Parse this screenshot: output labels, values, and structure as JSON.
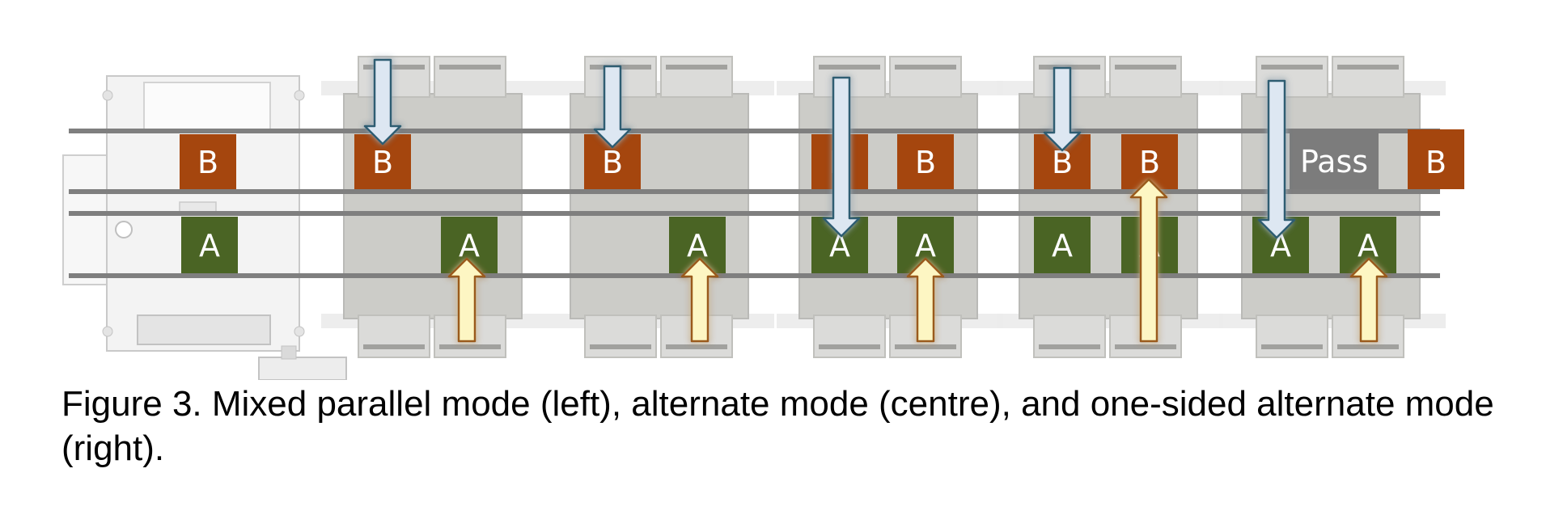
{
  "caption": "Figure 3. Mixed parallel mode (left), alternate mode (centre), and one-sided alternate mode (right).",
  "labels": {
    "board_a": "A",
    "board_b": "B",
    "pass": "Pass"
  },
  "colors": {
    "board_a": "#4a6424",
    "board_b": "#a5460e",
    "pass": "#7c7c7c",
    "rail": "#7f7f7f",
    "down_arrow_fill": "#dde7f2",
    "down_arrow_stroke": "#2e5d72",
    "up_arrow_fill": "#fdf6c3",
    "up_arrow_stroke": "#9a5a1a",
    "machine_body": "#c8c8c4"
  },
  "icons": {
    "down_arrow": "arrow-down-icon",
    "up_arrow": "arrow-up-icon"
  }
}
